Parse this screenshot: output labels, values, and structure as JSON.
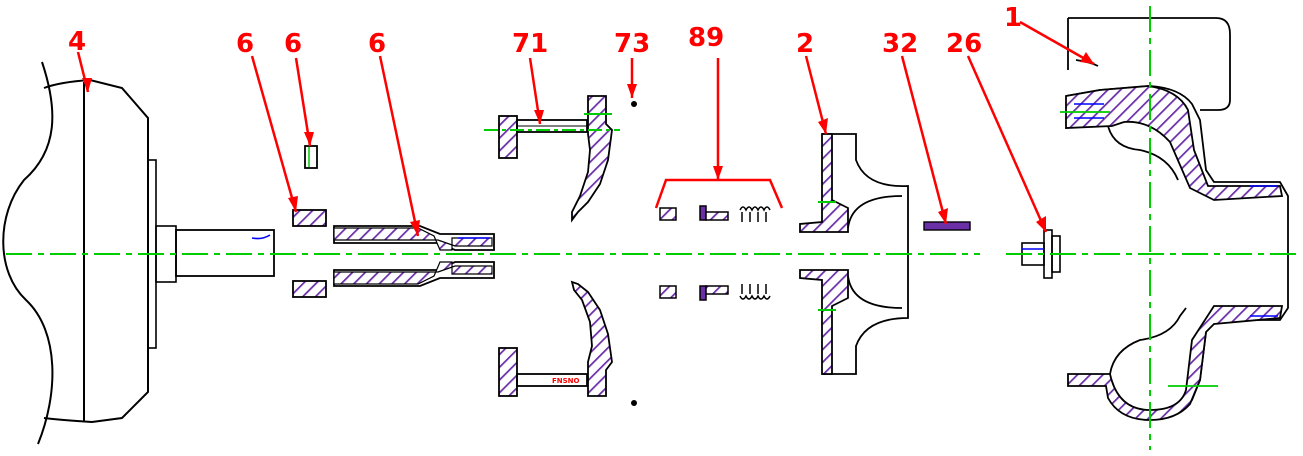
{
  "colors": {
    "outline": "#000000",
    "centerline": "#00cc00",
    "hatch": "#6b2fa8",
    "leader": "#ff0000",
    "accent_blue": "#0000ff"
  },
  "labels": {
    "l4": "4",
    "l6a": "6",
    "l6b": "6",
    "l6c": "6",
    "l71": "71",
    "l73": "73",
    "l89": "89",
    "l2": "2",
    "l32": "32",
    "l26": "26",
    "l1": "1"
  },
  "small_text": {
    "seal_marking": "FNSNO"
  }
}
